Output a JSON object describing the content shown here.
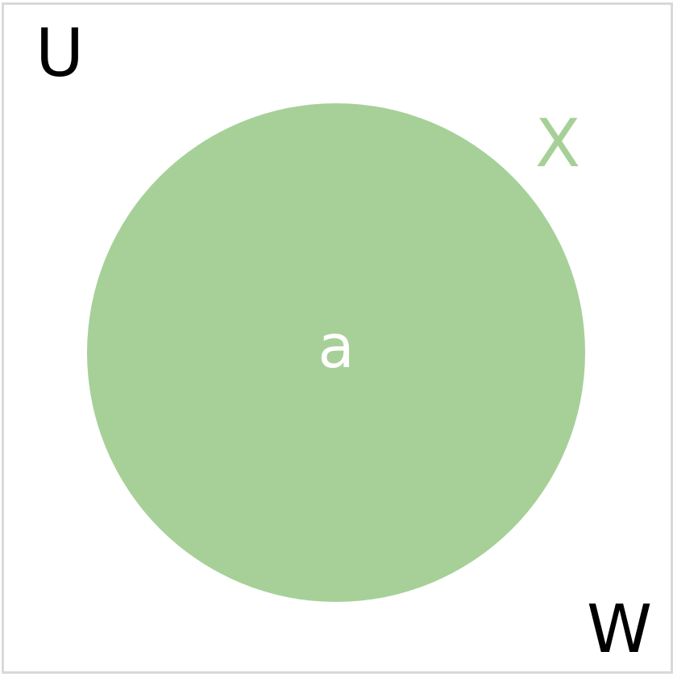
{
  "diagram": {
    "type": "venn",
    "universe_label": "U",
    "corner_label": "W",
    "sets": [
      {
        "label": "X",
        "color": "#a6d098",
        "elements": [
          "a"
        ]
      }
    ],
    "label_color_set": "#a6d098",
    "frame_color": "#d9d9d9"
  }
}
